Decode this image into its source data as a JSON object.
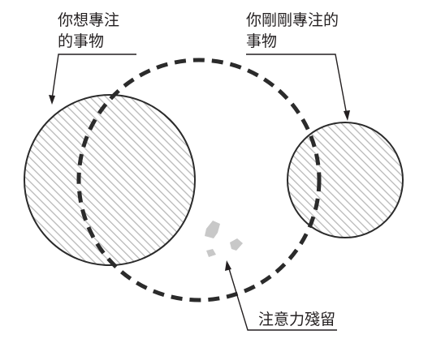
{
  "labels": {
    "wanted_focus_line1": "你想專注",
    "wanted_focus_line2": "的事物",
    "just_focused_line1": "你剛剛專注的",
    "just_focused_line2": "事物",
    "attention_residue": "注意力殘留"
  },
  "colors": {
    "stroke": "#2b2b2b",
    "hatch": "#b8b8b8",
    "residue": "#c8c8c8",
    "background": "#ffffff"
  }
}
